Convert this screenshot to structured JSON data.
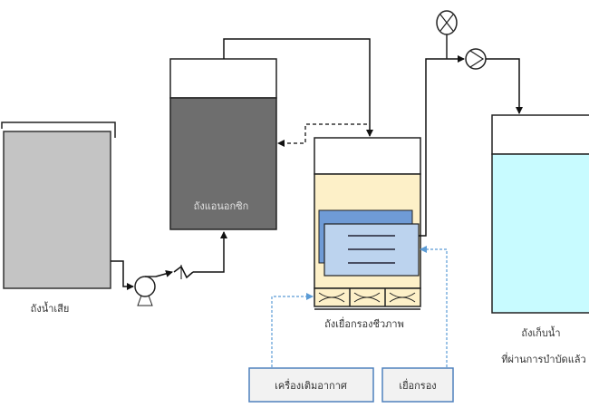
{
  "labels": {
    "wastewater_tank": "ถังน้ำเสีย",
    "anoxic_tank": "ถังแอนอกซิก",
    "membrane_bioreactor_tank": "ถังเยื่อกรองชีวภาพ",
    "treated_tank_line1": "ถังเก็บน้ำ",
    "treated_tank_line2": "ที่ผ่านการบำบัดแล้ว"
  },
  "boxes": {
    "aerator": "เครื่องเติมอากาศ",
    "membrane": "เยื่อกรอง"
  },
  "colors": {
    "wastewater": "#c4c4c4",
    "anoxic": "#6e6e6e",
    "mbr_liquid": "#fdf0c8",
    "membrane_back": "#6f9bd6",
    "membrane_front": "#bcd3ee",
    "treated_water": "#c8fbff",
    "air_line": "#5b9bd5"
  },
  "icons": [
    "centrifugal-pump-icon",
    "check-valve-icon",
    "pressure-gauge-icon",
    "pump-icon",
    "diffuser-icon"
  ]
}
